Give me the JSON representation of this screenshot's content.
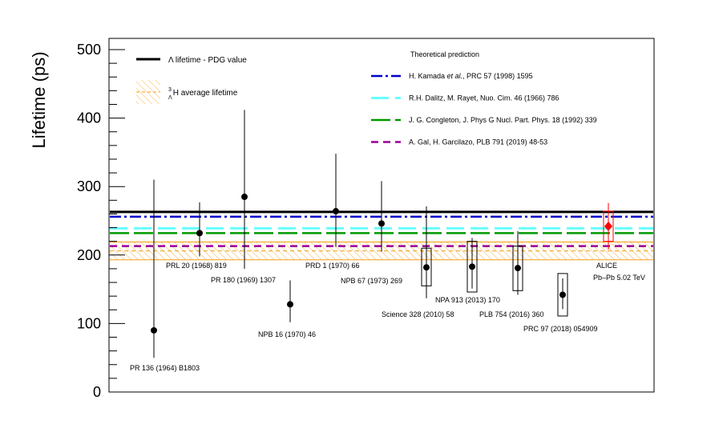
{
  "chart_data": {
    "type": "scatter",
    "ylabel": "Lifetime (ps)",
    "ylim": [
      0,
      500
    ],
    "y_ticks": [
      0,
      100,
      200,
      300,
      400,
      500
    ],
    "grid": false,
    "legend_main": {
      "pdg_label": "Λ lifetime - PDG value",
      "avg_label_sup": "3",
      "avg_label_sub": "Λ",
      "avg_label_main": "H average lifetime"
    },
    "theory_legend": {
      "title": "Theoretical prediction",
      "entries": [
        {
          "pre": "H. Kamada ",
          "ital": "et al.",
          "post": ", PRC 57 (1998) 1595",
          "color": "#0000cc",
          "value": 256
        },
        {
          "pre": "R.H. Dalitz, M. Rayet, Nuo. Cim. 46 (1966) 786",
          "ital": "",
          "post": "",
          "color": "#66ffff",
          "value": 239
        },
        {
          "pre": "J. G. Congleton, J. Phys G Nucl. Part. Phys. 18 (1992) 339",
          "ital": "",
          "post": "",
          "color": "#009900",
          "value": 232
        },
        {
          "pre": "A. Gal, H. Garcilazo, PLB 791 (2019) 48-53",
          "ital": "",
          "post": "",
          "color": "#990099",
          "value": 213
        }
      ]
    },
    "reference_lines": {
      "pdg_lambda": 263,
      "average_h3l": {
        "value": 206,
        "low": 193,
        "high": 219
      }
    },
    "measurements": [
      {
        "label": "PR 136 (1964) B1803",
        "y": 90,
        "err_low": 40,
        "err_high": 220
      },
      {
        "label": "PRL 20 (1968) 819",
        "y": 232,
        "err_low": 34,
        "err_high": 45
      },
      {
        "label": "PR 180 (1969) 1307",
        "y": 285,
        "err_low": 105,
        "err_high": 127
      },
      {
        "label": "NPB 16 (1970) 46",
        "y": 128,
        "err_low": 26,
        "err_high": 35
      },
      {
        "label": "PRD 1 (1970) 66",
        "y": 264,
        "err_low": 52,
        "err_high": 84
      },
      {
        "label": "NPB 67 (1973) 269",
        "y": 246,
        "err_low": 41,
        "err_high": 62
      },
      {
        "label": "Science 328 (2010) 58",
        "y": 182,
        "err_low": 45,
        "err_high": 89,
        "sys_low": 155,
        "sys_high": 210
      },
      {
        "label": "NPA 913 (2013) 170",
        "y": 183,
        "err_low": 32,
        "err_high": 42,
        "sys_low": 146,
        "sys_high": 220
      },
      {
        "label": "PLB 754 (2016) 360",
        "y": 181,
        "err_low": 39,
        "err_high": 54,
        "sys_low": 148,
        "sys_high": 213
      },
      {
        "label": "PRC 97 (2018) 054909",
        "y": 142,
        "err_low": 21,
        "err_high": 24,
        "sys_low": 111,
        "sys_high": 173
      },
      {
        "label": "ALICE",
        "label2": "Pb–Pb 5.02 TeV",
        "y": 242,
        "err_low": 34,
        "err_high": 34,
        "sys_low": 220,
        "sys_high": 264,
        "color": "#ff0000"
      }
    ]
  }
}
